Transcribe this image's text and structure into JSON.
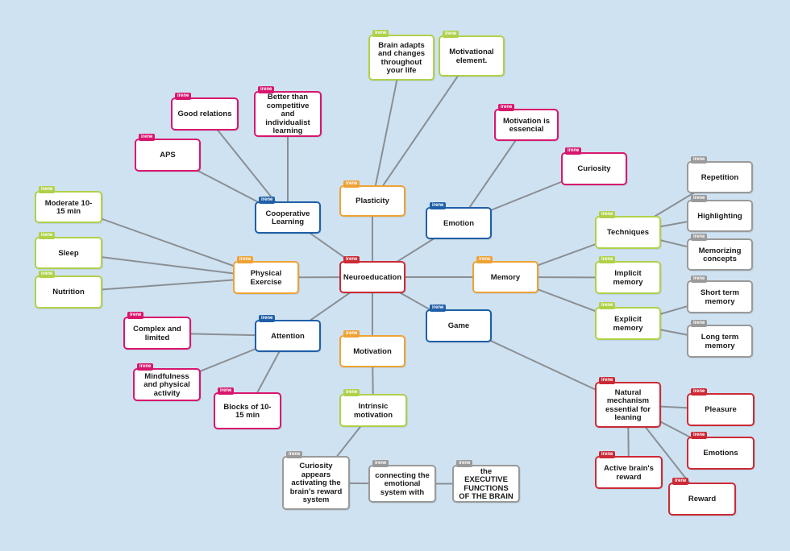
{
  "tag_label": "irene",
  "colors": {
    "red": "#cc2a36",
    "blue": "#1f5fa8",
    "orange": "#efa234",
    "green": "#afd14a",
    "pink": "#d8166e",
    "gray": "#9a9a9a",
    "link": "#8a8f94",
    "background": "#cfe2f1"
  },
  "nodes": [
    {
      "id": "neuroeducation",
      "label": "Neuroeducation",
      "color": "red"
    },
    {
      "id": "plasticity",
      "label": "Plasticity",
      "color": "orange"
    },
    {
      "id": "brain-adapts",
      "label": "Brain adapts and changes throughout your life",
      "color": "green"
    },
    {
      "id": "motivational-element",
      "label": "Motivational element.",
      "color": "green"
    },
    {
      "id": "emotion",
      "label": "Emotion",
      "color": "blue"
    },
    {
      "id": "motivation-essencial",
      "label": "Motivation is essencial",
      "color": "pink"
    },
    {
      "id": "curiosity",
      "label": "Curiosity",
      "color": "pink"
    },
    {
      "id": "memory",
      "label": "Memory",
      "color": "orange"
    },
    {
      "id": "techniques",
      "label": "Techniques",
      "color": "green"
    },
    {
      "id": "repetition",
      "label": "Repetition",
      "color": "gray"
    },
    {
      "id": "highlighting",
      "label": "Highlighting",
      "color": "gray"
    },
    {
      "id": "memorizing",
      "label": "Memorizing concepts",
      "color": "gray"
    },
    {
      "id": "implicit",
      "label": "Implicit memory",
      "color": "green"
    },
    {
      "id": "explicit",
      "label": "Explicit memory",
      "color": "green"
    },
    {
      "id": "short-term",
      "label": "Short term memory",
      "color": "gray"
    },
    {
      "id": "long-term",
      "label": "Long term memory",
      "color": "gray"
    },
    {
      "id": "game",
      "label": "Game",
      "color": "blue"
    },
    {
      "id": "natural-mechanism",
      "label": "Natural mechanism essential for leaning",
      "color": "red"
    },
    {
      "id": "pleasure",
      "label": "Pleasure",
      "color": "red"
    },
    {
      "id": "emotions",
      "label": "Emotions",
      "color": "red"
    },
    {
      "id": "reward",
      "label": "Reward",
      "color": "red"
    },
    {
      "id": "active-brain",
      "label": "Active brain's reward",
      "color": "red"
    },
    {
      "id": "motivation",
      "label": "Motivation",
      "color": "orange"
    },
    {
      "id": "intrinsic",
      "label": "Intrinsic motivation",
      "color": "green"
    },
    {
      "id": "curiosity-appears",
      "label": "Curiosity appears activating the brain's reward system",
      "color": "gray"
    },
    {
      "id": "connecting",
      "label": "connecting the emotional system with",
      "color": "gray"
    },
    {
      "id": "executive",
      "label": "the EXECUTIVE FUNCTIONS OF THE BRAIN",
      "color": "gray"
    },
    {
      "id": "cooperative",
      "label": "Cooperative Learning",
      "color": "blue"
    },
    {
      "id": "good-relations",
      "label": "Good relations",
      "color": "pink"
    },
    {
      "id": "better-than",
      "label": "Better than competitive and individualist learning",
      "color": "pink"
    },
    {
      "id": "aps",
      "label": "APS",
      "color": "pink"
    },
    {
      "id": "physical-exercise",
      "label": "Physical Exercise",
      "color": "orange"
    },
    {
      "id": "moderate",
      "label": "Moderate 10-15 min",
      "color": "green"
    },
    {
      "id": "sleep",
      "label": "Sleep",
      "color": "green"
    },
    {
      "id": "nutrition",
      "label": "Nutrition",
      "color": "green"
    },
    {
      "id": "attention",
      "label": "Attention",
      "color": "blue"
    },
    {
      "id": "complex",
      "label": "Complex and limited",
      "color": "pink"
    },
    {
      "id": "mindfulness",
      "label": "Mindfulness and physical activity",
      "color": "pink"
    },
    {
      "id": "blocks",
      "label": "Blocks of 10-15 min",
      "color": "pink"
    }
  ],
  "links": [
    [
      "neuroeducation",
      "plasticity"
    ],
    [
      "plasticity",
      "brain-adapts"
    ],
    [
      "plasticity",
      "motivational-element"
    ],
    [
      "neuroeducation",
      "emotion"
    ],
    [
      "emotion",
      "motivation-essencial"
    ],
    [
      "emotion",
      "curiosity"
    ],
    [
      "neuroeducation",
      "memory"
    ],
    [
      "memory",
      "techniques"
    ],
    [
      "techniques",
      "repetition"
    ],
    [
      "techniques",
      "highlighting"
    ],
    [
      "techniques",
      "memorizing"
    ],
    [
      "memory",
      "implicit"
    ],
    [
      "memory",
      "explicit"
    ],
    [
      "explicit",
      "short-term"
    ],
    [
      "explicit",
      "long-term"
    ],
    [
      "neuroeducation",
      "game"
    ],
    [
      "game",
      "natural-mechanism"
    ],
    [
      "natural-mechanism",
      "pleasure"
    ],
    [
      "natural-mechanism",
      "emotions"
    ],
    [
      "natural-mechanism",
      "reward"
    ],
    [
      "natural-mechanism",
      "active-brain"
    ],
    [
      "neuroeducation",
      "motivation"
    ],
    [
      "motivation",
      "intrinsic"
    ],
    [
      "intrinsic",
      "curiosity-appears"
    ],
    [
      "curiosity-appears",
      "connecting"
    ],
    [
      "connecting",
      "executive"
    ],
    [
      "neuroeducation",
      "cooperative"
    ],
    [
      "cooperative",
      "good-relations"
    ],
    [
      "cooperative",
      "better-than"
    ],
    [
      "cooperative",
      "aps"
    ],
    [
      "neuroeducation",
      "physical-exercise"
    ],
    [
      "physical-exercise",
      "moderate"
    ],
    [
      "physical-exercise",
      "sleep"
    ],
    [
      "physical-exercise",
      "nutrition"
    ],
    [
      "neuroeducation",
      "attention"
    ],
    [
      "attention",
      "complex"
    ],
    [
      "attention",
      "mindfulness"
    ],
    [
      "attention",
      "blocks"
    ]
  ]
}
